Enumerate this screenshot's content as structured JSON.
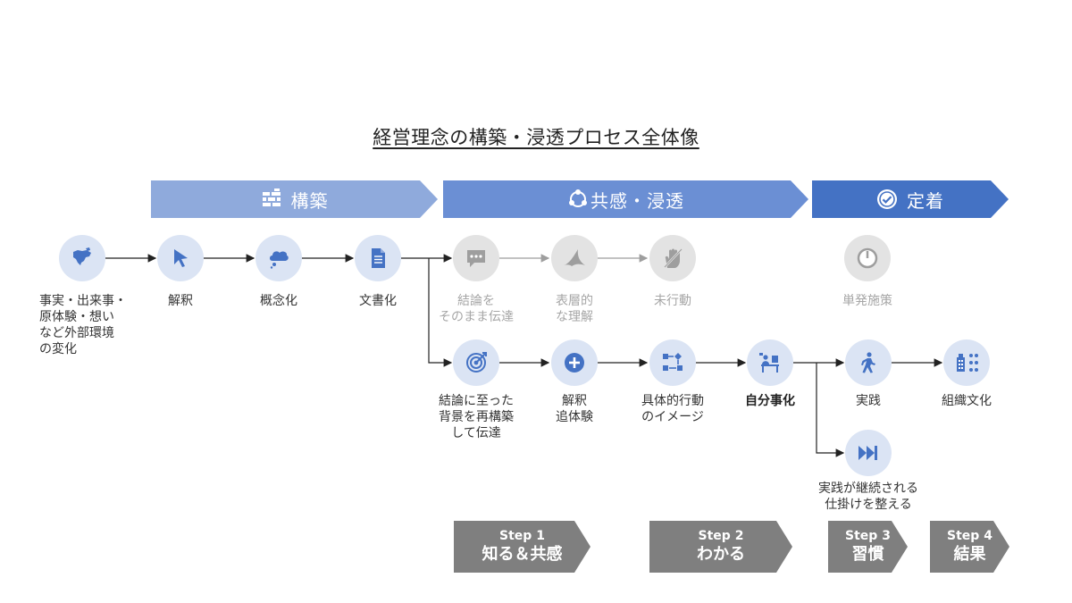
{
  "title": "経営理念の構築・浸透プロセス全体像",
  "colors": {
    "phase1": "#8faadc",
    "phase2": "#6b8fd4",
    "phase3": "#4472c4",
    "node_active": "#dbe4f4",
    "node_muted": "#e3e3e3",
    "icon_active": "#4472c4",
    "icon_muted": "#9e9e9e",
    "step_gray": "#7f7f7f"
  },
  "phases": {
    "build": {
      "label": "構築",
      "icon": "brick-wall-icon"
    },
    "empathy": {
      "label": "共感・浸透",
      "icon": "connected-circle-icon"
    },
    "establish": {
      "label": "定着",
      "icon": "check-badge-icon"
    }
  },
  "nodes": {
    "facts": {
      "label": "事実・出来事・\n原体験・想い\nなど外部環境\nの変化",
      "icon": "north-america-map-icon"
    },
    "interpret": {
      "label": "解釈",
      "icon": "cursor-arrow-icon"
    },
    "conceptualize": {
      "label": "概念化",
      "icon": "thought-cloud-icon"
    },
    "document": {
      "label": "文書化",
      "icon": "document-icon"
    },
    "convey_as_is": {
      "label": "結論を\nそのまま伝達",
      "icon": "chat-bubble-icon"
    },
    "surface_understanding": {
      "label": "表層的\nな理解",
      "icon": "fin-shape-icon"
    },
    "no_action": {
      "label": "未行動",
      "icon": "hand-stop-icon"
    },
    "one_off": {
      "label": "単発施策",
      "icon": "dial-icon"
    },
    "convey_background": {
      "label": "結論に至った\n背景を再構築\nして伝達",
      "icon": "target-icon"
    },
    "re_experience": {
      "label": "解釈\n追体験",
      "icon": "plus-circle-icon"
    },
    "concrete_image": {
      "label": "具体的行動\nのイメージ",
      "icon": "flow-process-icon"
    },
    "own_it": {
      "label": "自分事化",
      "icon": "desk-worker-icon"
    },
    "practice": {
      "label": "実践",
      "icon": "walking-person-icon"
    },
    "culture": {
      "label": "組織文化",
      "icon": "organization-icon"
    },
    "sustain": {
      "label": "実践が継続される\n仕掛けを整える",
      "icon": "fast-forward-icon"
    }
  },
  "steps": [
    {
      "step": "Step 1",
      "label": "知る＆共感"
    },
    {
      "step": "Step 2",
      "label": "わかる"
    },
    {
      "step": "Step 3",
      "label": "習慣"
    },
    {
      "step": "Step 4",
      "label": "結果"
    }
  ]
}
